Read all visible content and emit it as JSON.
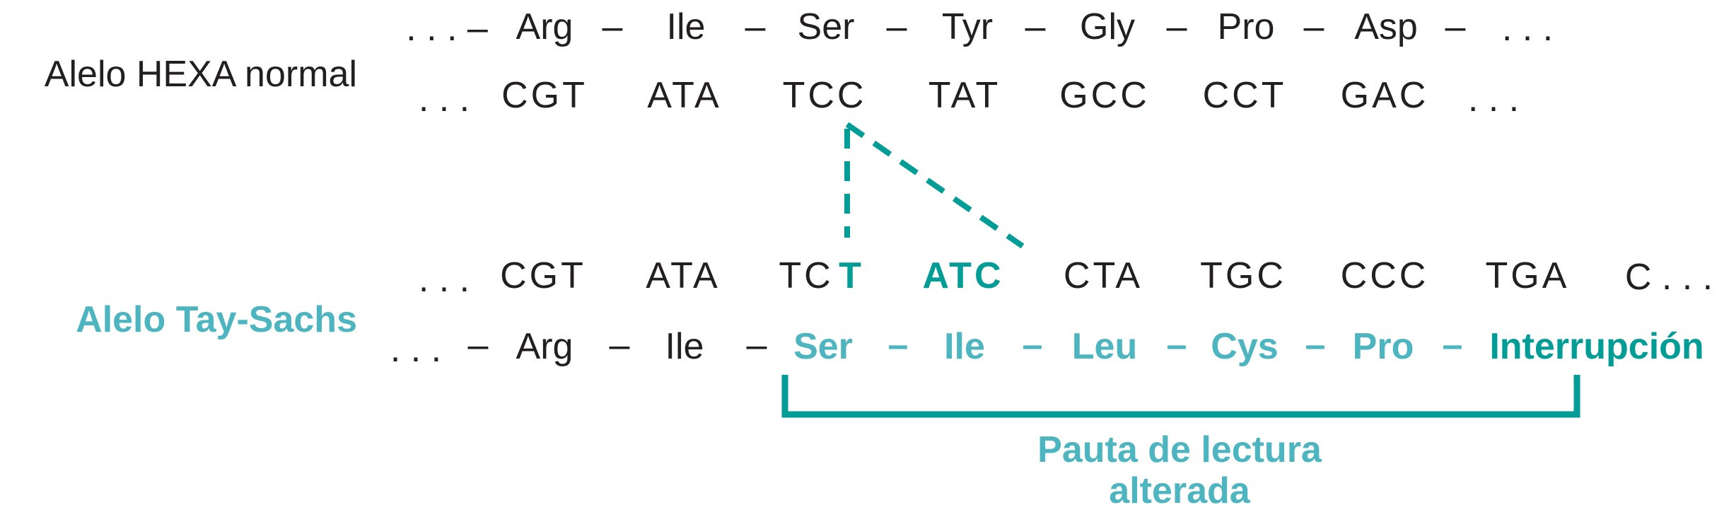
{
  "labels": {
    "normal_allele": "Alelo HEXA normal",
    "tay_sachs_allele": "Alelo Tay-Sachs",
    "altered_frame_line1": "Pauta de lectura",
    "altered_frame_line2": "alterada"
  },
  "normal": {
    "aa_prefix": ". . . –",
    "amino_acids": [
      "Arg",
      "Ile",
      "Ser",
      "Tyr",
      "Gly",
      "Pro",
      "Asp"
    ],
    "aa_suffix": ". . .",
    "dna_prefix": ". . .",
    "codons": [
      "CGT",
      "ATA",
      "TCC",
      "TAT",
      "GCC",
      "CCT",
      "GAC"
    ],
    "dna_suffix": ". . ."
  },
  "mutant": {
    "dna_prefix": ". . .",
    "codons": [
      "CGT",
      "ATA",
      "TC",
      "T",
      "ATC",
      "CTA",
      "TGC",
      "CCC",
      "TGA",
      "C . . ."
    ],
    "aa_prefix": ". . .",
    "amino_acids": [
      "Arg",
      "Ile",
      "Ser",
      "Ile",
      "Leu",
      "Cys",
      "Pro",
      "Interrupción"
    ]
  },
  "separator": "–",
  "colors": {
    "text": "#231f20",
    "teal_dark": "#009c96",
    "teal_light": "#4cb5bf"
  }
}
